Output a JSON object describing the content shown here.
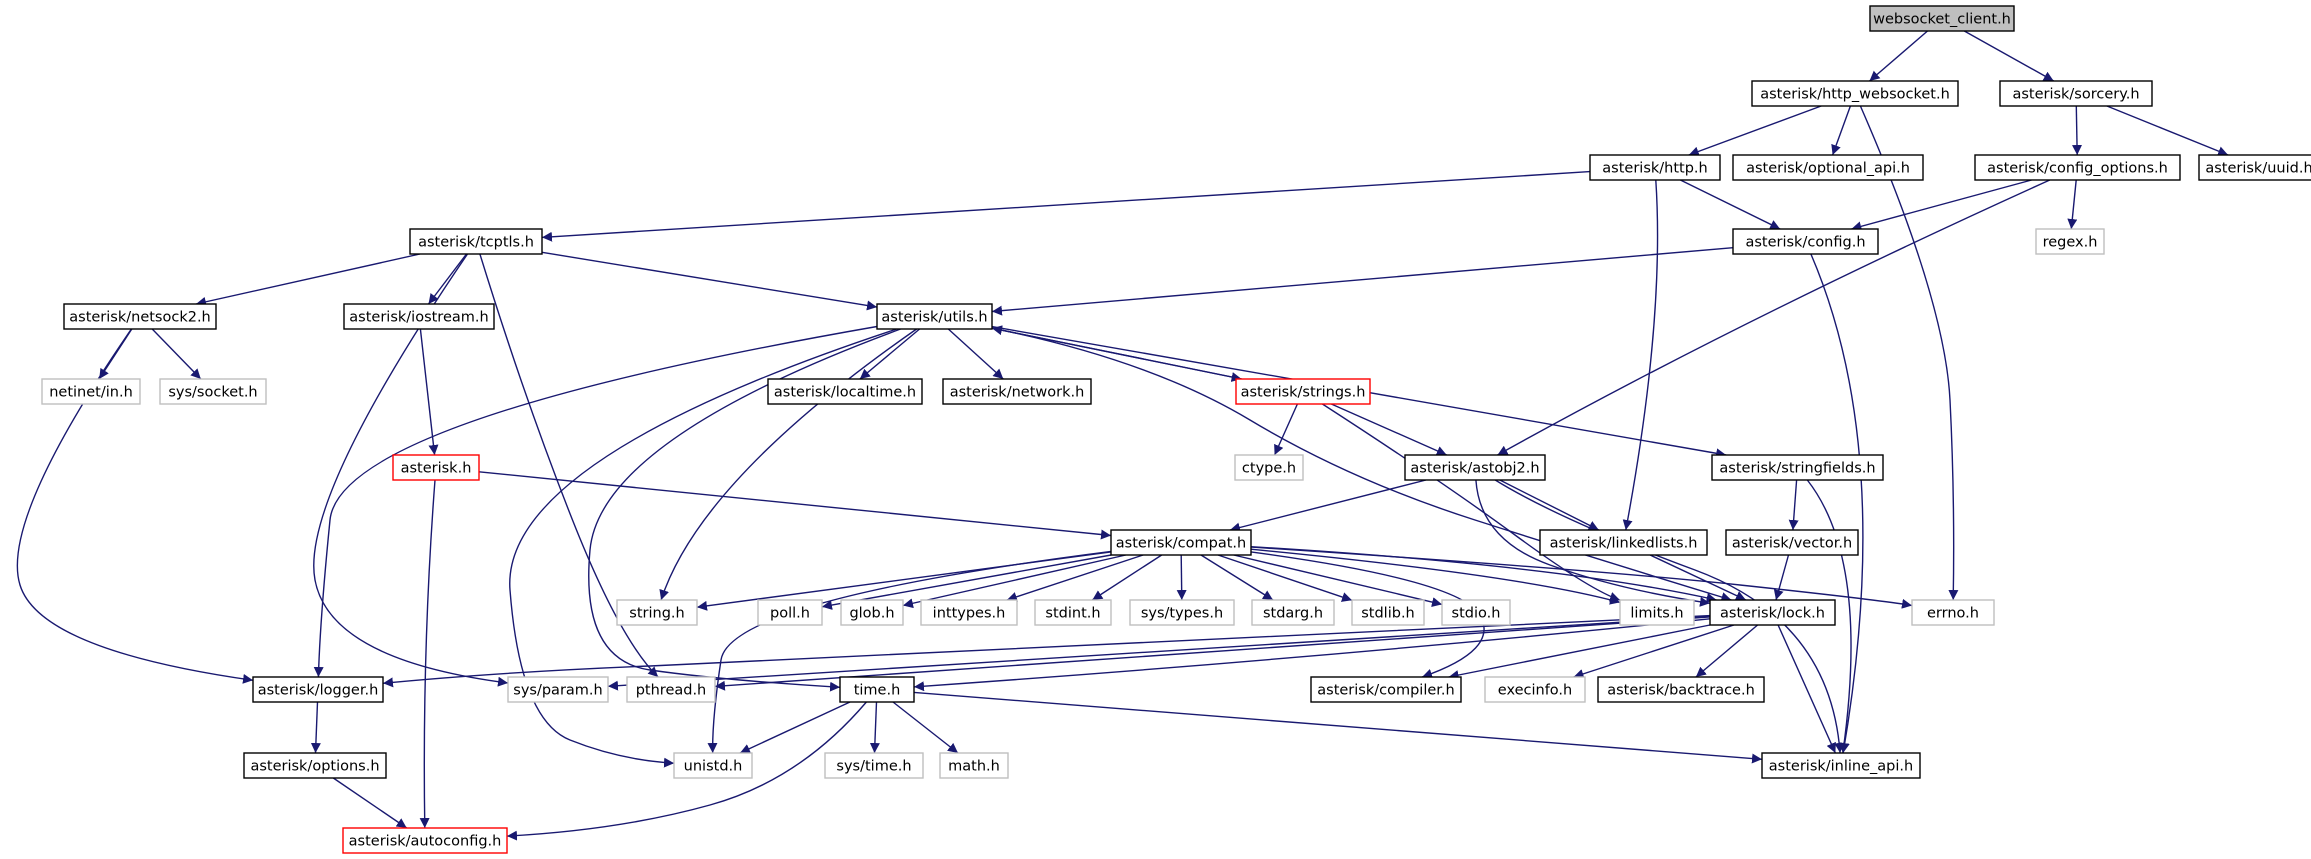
{
  "diagram": {
    "colors": {
      "edge": "#191970",
      "documented_border": "#000000",
      "undocumented_border": "#bfbfbf",
      "truncated_border": "#ff0000",
      "root_fill": "#bfbfbf",
      "text": "#000000"
    },
    "nodes": [
      {
        "id": "websocket_client",
        "label": "websocket_client.h",
        "kind": "root"
      },
      {
        "id": "http_websocket",
        "label": "asterisk/http_websocket.h",
        "kind": "documented"
      },
      {
        "id": "sorcery",
        "label": "asterisk/sorcery.h",
        "kind": "documented"
      },
      {
        "id": "http",
        "label": "asterisk/http.h",
        "kind": "documented"
      },
      {
        "id": "optional_api",
        "label": "asterisk/optional_api.h",
        "kind": "documented"
      },
      {
        "id": "config_options",
        "label": "asterisk/config_options.h",
        "kind": "documented"
      },
      {
        "id": "uuid",
        "label": "asterisk/uuid.h",
        "kind": "documented"
      },
      {
        "id": "tcptls",
        "label": "asterisk/tcptls.h",
        "kind": "documented"
      },
      {
        "id": "config",
        "label": "asterisk/config.h",
        "kind": "documented"
      },
      {
        "id": "regex",
        "label": "regex.h",
        "kind": "undocumented"
      },
      {
        "id": "netsock2",
        "label": "asterisk/netsock2.h",
        "kind": "documented"
      },
      {
        "id": "iostream",
        "label": "asterisk/iostream.h",
        "kind": "documented"
      },
      {
        "id": "utils",
        "label": "asterisk/utils.h",
        "kind": "documented"
      },
      {
        "id": "netinet_in",
        "label": "netinet/in.h",
        "kind": "undocumented"
      },
      {
        "id": "sys_socket",
        "label": "sys/socket.h",
        "kind": "undocumented"
      },
      {
        "id": "localtime",
        "label": "asterisk/localtime.h",
        "kind": "documented"
      },
      {
        "id": "network",
        "label": "asterisk/network.h",
        "kind": "documented"
      },
      {
        "id": "strings",
        "label": "asterisk/strings.h",
        "kind": "truncated"
      },
      {
        "id": "asterisk",
        "label": "asterisk.h",
        "kind": "truncated"
      },
      {
        "id": "ctype",
        "label": "ctype.h",
        "kind": "undocumented"
      },
      {
        "id": "astobj2",
        "label": "asterisk/astobj2.h",
        "kind": "documented"
      },
      {
        "id": "stringfields",
        "label": "asterisk/stringfields.h",
        "kind": "documented"
      },
      {
        "id": "compat",
        "label": "asterisk/compat.h",
        "kind": "documented"
      },
      {
        "id": "linkedlists",
        "label": "asterisk/linkedlists.h",
        "kind": "documented"
      },
      {
        "id": "vector",
        "label": "asterisk/vector.h",
        "kind": "documented"
      },
      {
        "id": "string_h",
        "label": "string.h",
        "kind": "undocumented"
      },
      {
        "id": "poll",
        "label": "poll.h",
        "kind": "undocumented"
      },
      {
        "id": "glob",
        "label": "glob.h",
        "kind": "undocumented"
      },
      {
        "id": "inttypes",
        "label": "inttypes.h",
        "kind": "undocumented"
      },
      {
        "id": "stdint",
        "label": "stdint.h",
        "kind": "undocumented"
      },
      {
        "id": "sys_types",
        "label": "sys/types.h",
        "kind": "undocumented"
      },
      {
        "id": "stdarg",
        "label": "stdarg.h",
        "kind": "undocumented"
      },
      {
        "id": "stdlib",
        "label": "stdlib.h",
        "kind": "undocumented"
      },
      {
        "id": "stdio",
        "label": "stdio.h",
        "kind": "undocumented"
      },
      {
        "id": "limits",
        "label": "limits.h",
        "kind": "undocumented"
      },
      {
        "id": "lock",
        "label": "asterisk/lock.h",
        "kind": "documented"
      },
      {
        "id": "errno",
        "label": "errno.h",
        "kind": "undocumented"
      },
      {
        "id": "logger",
        "label": "asterisk/logger.h",
        "kind": "documented"
      },
      {
        "id": "sys_param",
        "label": "sys/param.h",
        "kind": "undocumented"
      },
      {
        "id": "pthread",
        "label": "pthread.h",
        "kind": "undocumented"
      },
      {
        "id": "time_h",
        "label": "time.h",
        "kind": "documented"
      },
      {
        "id": "compiler",
        "label": "asterisk/compiler.h",
        "kind": "documented"
      },
      {
        "id": "execinfo",
        "label": "execinfo.h",
        "kind": "undocumented"
      },
      {
        "id": "backtrace",
        "label": "asterisk/backtrace.h",
        "kind": "documented"
      },
      {
        "id": "options",
        "label": "asterisk/options.h",
        "kind": "documented"
      },
      {
        "id": "unistd",
        "label": "unistd.h",
        "kind": "undocumented"
      },
      {
        "id": "sys_time",
        "label": "sys/time.h",
        "kind": "undocumented"
      },
      {
        "id": "math",
        "label": "math.h",
        "kind": "undocumented"
      },
      {
        "id": "inline_api",
        "label": "asterisk/inline_api.h",
        "kind": "documented"
      },
      {
        "id": "autoconfig",
        "label": "asterisk/autoconfig.h",
        "kind": "truncated"
      }
    ],
    "edges": [
      [
        "websocket_client",
        "http_websocket"
      ],
      [
        "websocket_client",
        "sorcery"
      ],
      [
        "http_websocket",
        "http"
      ],
      [
        "http_websocket",
        "optional_api"
      ],
      [
        "http_websocket",
        "errno"
      ],
      [
        "sorcery",
        "config_options"
      ],
      [
        "sorcery",
        "uuid"
      ],
      [
        "http",
        "tcptls"
      ],
      [
        "http",
        "config"
      ],
      [
        "http",
        "linkedlists"
      ],
      [
        "config_options",
        "config"
      ],
      [
        "config_options",
        "regex"
      ],
      [
        "config_options",
        "astobj2"
      ],
      [
        "config",
        "utils"
      ],
      [
        "config",
        "inline_api"
      ],
      [
        "tcptls",
        "netsock2"
      ],
      [
        "tcptls",
        "iostream"
      ],
      [
        "tcptls",
        "utils"
      ],
      [
        "tcptls",
        "sys_param"
      ],
      [
        "tcptls",
        "pthread"
      ],
      [
        "netsock2",
        "netinet_in"
      ],
      [
        "netsock2",
        "sys_socket"
      ],
      [
        "netsock2",
        "logger"
      ],
      [
        "iostream",
        "asterisk"
      ],
      [
        "asterisk",
        "compat"
      ],
      [
        "asterisk",
        "autoconfig"
      ],
      [
        "utils",
        "localtime"
      ],
      [
        "utils",
        "network"
      ],
      [
        "utils",
        "strings"
      ],
      [
        "utils",
        "stringfields"
      ],
      [
        "utils",
        "logger"
      ],
      [
        "utils",
        "string_h"
      ],
      [
        "utils",
        "time_h"
      ],
      [
        "utils",
        "unistd"
      ],
      [
        "utils",
        "lock"
      ],
      [
        "strings",
        "utils"
      ],
      [
        "strings",
        "ctype"
      ],
      [
        "strings",
        "astobj2"
      ],
      [
        "strings",
        "limits"
      ],
      [
        "astobj2",
        "compat"
      ],
      [
        "astobj2",
        "linkedlists"
      ],
      [
        "astobj2",
        "lock"
      ],
      [
        "astobj2",
        "inline_api"
      ],
      [
        "stringfields",
        "vector"
      ],
      [
        "stringfields",
        "inline_api"
      ],
      [
        "vector",
        "lock"
      ],
      [
        "linkedlists",
        "lock"
      ],
      [
        "compat",
        "string_h"
      ],
      [
        "compat",
        "poll"
      ],
      [
        "compat",
        "glob"
      ],
      [
        "compat",
        "inttypes"
      ],
      [
        "compat",
        "stdint"
      ],
      [
        "compat",
        "sys_types"
      ],
      [
        "compat",
        "stdarg"
      ],
      [
        "compat",
        "stdlib"
      ],
      [
        "compat",
        "stdio"
      ],
      [
        "compat",
        "limits"
      ],
      [
        "compat",
        "errno"
      ],
      [
        "compat",
        "unistd"
      ],
      [
        "compat",
        "compiler"
      ],
      [
        "compat",
        "lock"
      ],
      [
        "lock",
        "logger"
      ],
      [
        "lock",
        "sys_param"
      ],
      [
        "lock",
        "pthread"
      ],
      [
        "lock",
        "time_h"
      ],
      [
        "lock",
        "compiler"
      ],
      [
        "lock",
        "execinfo"
      ],
      [
        "lock",
        "backtrace"
      ],
      [
        "lock",
        "inline_api"
      ],
      [
        "logger",
        "options"
      ],
      [
        "options",
        "autoconfig"
      ],
      [
        "time_h",
        "unistd"
      ],
      [
        "time_h",
        "sys_time"
      ],
      [
        "time_h",
        "math"
      ],
      [
        "time_h",
        "inline_api"
      ],
      [
        "time_h",
        "autoconfig"
      ]
    ]
  }
}
